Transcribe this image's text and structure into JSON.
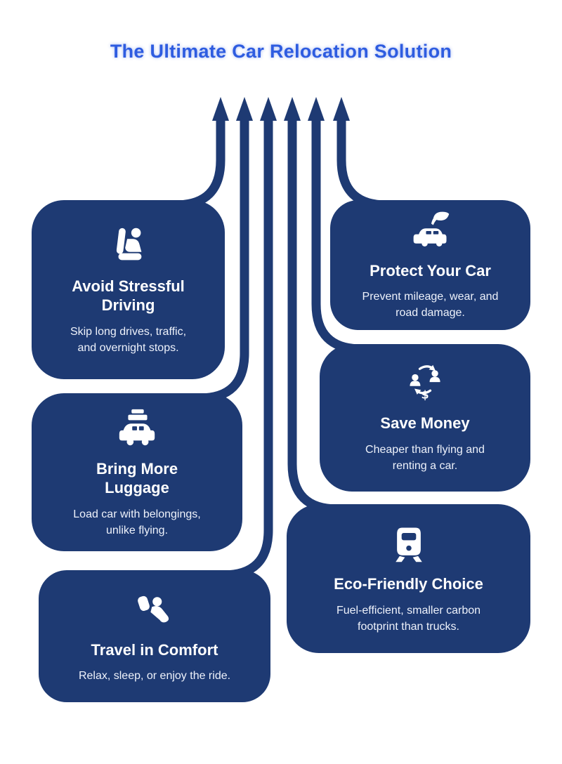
{
  "title": "The Ultimate Car Relocation Solution",
  "colors": {
    "card_background": "#1e3a73",
    "title_accent": "#2e5ce0",
    "card_text": "#ffffff"
  },
  "arrows": {
    "count": 6,
    "direction": "up"
  },
  "cards": [
    {
      "title": "Avoid Stressful Driving",
      "description": "Skip long drives, traffic, and overnight stops.",
      "icon": "car-seat-icon"
    },
    {
      "title": "Bring More Luggage",
      "description": "Load car with belongings, unlike flying.",
      "icon": "luggage-car-icon"
    },
    {
      "title": "Travel in Comfort",
      "description": "Relax, sleep, or enjoy the ride.",
      "icon": "relaxing-person-icon"
    },
    {
      "title": "Protect Your Car",
      "description": "Prevent mileage, wear, and road damage.",
      "icon": "car-with-leaf-icon"
    },
    {
      "title": "Save Money",
      "description": "Cheaper than flying and renting a car.",
      "icon": "people-money-exchange-icon"
    },
    {
      "title": "Eco-Friendly Choice",
      "description": "Fuel-efficient, smaller carbon footprint than trucks.",
      "icon": "train-icon"
    }
  ]
}
